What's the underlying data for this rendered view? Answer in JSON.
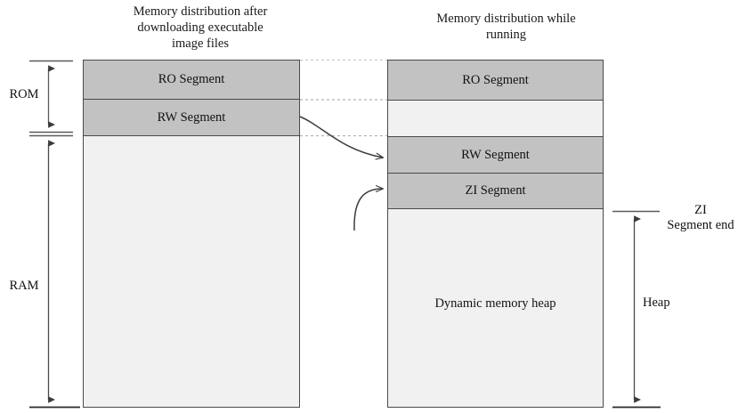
{
  "figure": {
    "titles": {
      "left": "Memory distribution after\ndownloading executable\nimage files",
      "right": "Memory distribution while\nrunning"
    },
    "left_diagram": {
      "segments": [
        {
          "label": "RO Segment",
          "fill": "#c2c2c2"
        },
        {
          "label": "RW Segment",
          "fill": "#c2c2c2"
        },
        {
          "label": "",
          "fill": "#f1f1f1"
        }
      ]
    },
    "right_diagram": {
      "segments": [
        {
          "label": "RO Segment",
          "fill": "#c2c2c2"
        },
        {
          "label": "",
          "fill": "#f1f1f1"
        },
        {
          "label": "RW Segment",
          "fill": "#c2c2c2"
        },
        {
          "label": "ZI Segment",
          "fill": "#c2c2c2"
        },
        {
          "label": "Dynamic memory heap",
          "fill": "#f1f1f1"
        }
      ]
    },
    "left_brackets": [
      {
        "label": "ROM"
      },
      {
        "label": "RAM"
      }
    ],
    "right_brackets": [
      {
        "label": "ZI\nSegment end"
      },
      {
        "label": "Heap"
      }
    ],
    "colors": {
      "segment_fill": "#c2c2c2",
      "empty_fill": "#f1f1f1",
      "border": "#4a4a4a",
      "arrow": "#3c3c3c",
      "dotted": "#b4b4b4",
      "background": "#ffffff"
    }
  }
}
